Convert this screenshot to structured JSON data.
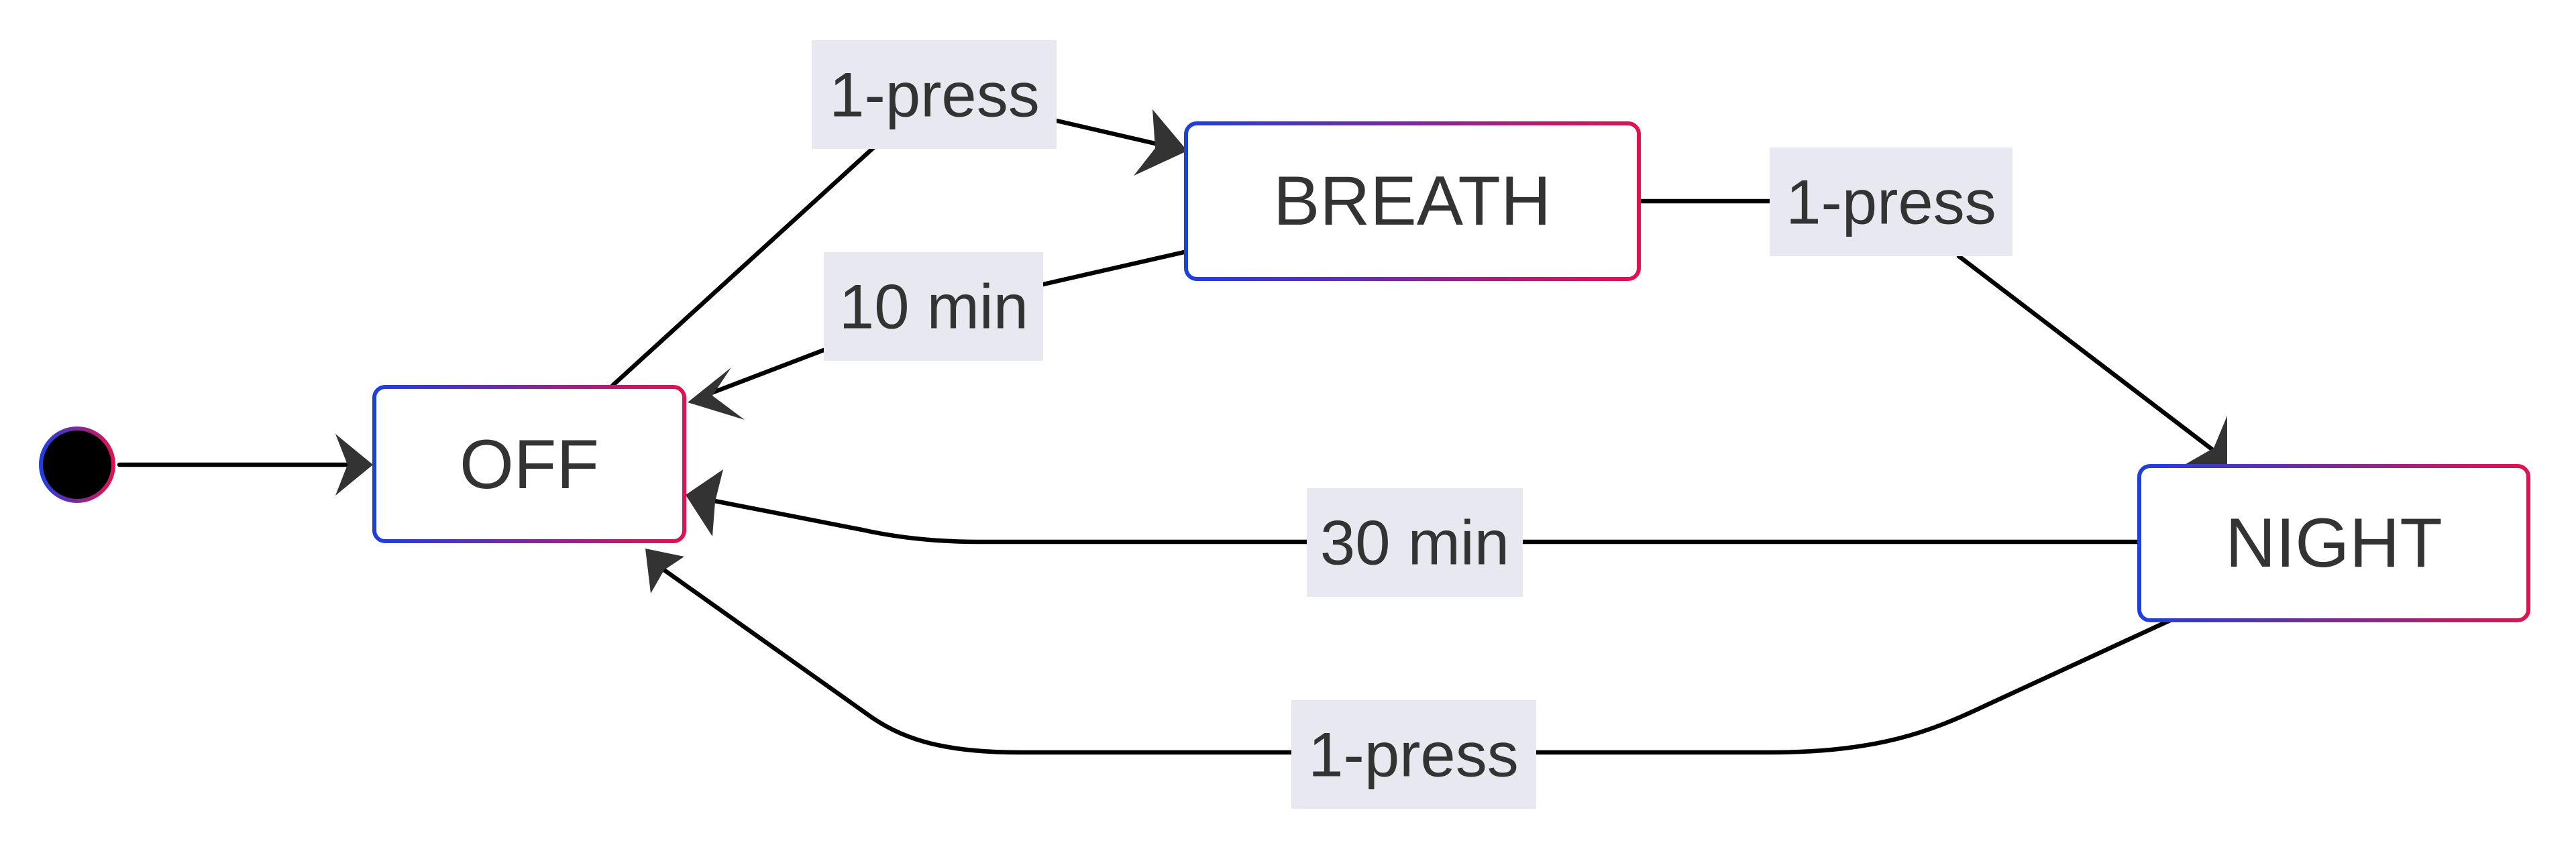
{
  "colors": {
    "border_gradient_start": "#1d3fe0",
    "border_gradient_end": "#e0134f",
    "label_background": "#e8e8f0",
    "text": "#333333",
    "edge": "#000000"
  },
  "states": {
    "off": "OFF",
    "breath": "BREATH",
    "night": "NIGHT"
  },
  "transitions": {
    "off_to_breath": "1-press",
    "breath_to_off": "10 min",
    "breath_to_night": "1-press",
    "night_to_off_timeout": "30 min",
    "night_to_off_press": "1-press"
  }
}
